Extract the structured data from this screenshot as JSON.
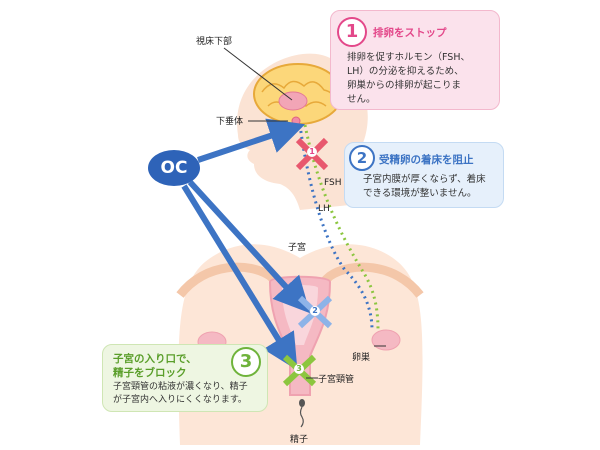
{
  "labels": {
    "hypothalamus": "視床下部",
    "pituitary": "下垂体",
    "fsh": "FSH",
    "lh": "LH",
    "uterus": "子宮",
    "ovary": "卵巣",
    "cervix": "子宮頸管",
    "sperm": "精子",
    "oc": "OC"
  },
  "boxes": [
    {
      "number": "1",
      "title": "排卵をストップ",
      "lines": [
        "排卵を促すホルモン（FSH、",
        "LH）の分泌を抑えるため、",
        "卵巣からの排卵が起こりま",
        "せん。"
      ]
    },
    {
      "number": "2",
      "title": "受精卵の着床を阻止",
      "lines": [
        "子宮内膜が厚くならず、着床",
        "できる環境が整いません。"
      ]
    },
    {
      "number": "3",
      "title_lines": [
        "子宮の入り口で、",
        "精子をブロック"
      ],
      "lines": [
        "子宮頸管の粘液が濃くなり、精子",
        "が子宮内へ入りにくくなります。"
      ]
    }
  ],
  "markers": [
    "1",
    "2",
    "3"
  ],
  "colors": {
    "pink_accent": "#e3488a",
    "blue_accent": "#3d74c4",
    "green_accent": "#6fb33b",
    "oc_blue": "#2e63b8",
    "brain_yellow": "#fcd77a",
    "body_skin": "#f8d3bd"
  }
}
